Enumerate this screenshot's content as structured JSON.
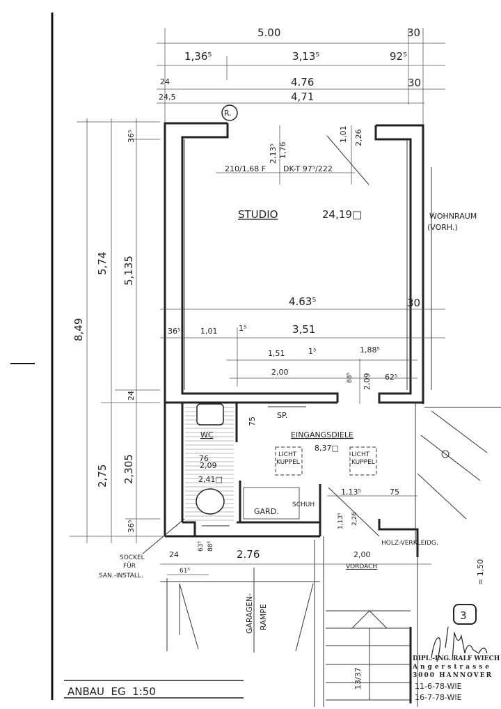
{
  "title": "ANBAU  EG  1:50",
  "sheet_number": "3",
  "rooms": {
    "studio": {
      "name": "STUDIO",
      "area": "24,19□"
    },
    "entry": {
      "name": "EINGANGSDIELE",
      "area": "8,37□"
    },
    "wc": {
      "name": "WC",
      "area": "2,41□"
    },
    "wardrobe": "GARD.",
    "shoes": "SCHUH",
    "storage": "SP.",
    "existing_living": "WOHNRAUM",
    "existing_note": "(VORH.)",
    "skylight": [
      "LICHT",
      "KUPPEL"
    ],
    "ramp": [
      "GARAGEN-",
      "RAMPE"
    ],
    "canopy": "VORDACH",
    "cladding": "HOLZ-VERKLEIDG.",
    "socket": [
      "SOCKEL",
      "FÜR",
      "SAN.-INSTALL."
    ],
    "stairs": "13/37",
    "ref_mark": "R."
  },
  "dimensions": {
    "top": [
      "5.00",
      "30",
      "1,36⁵",
      "3,13⁵",
      "92⁵",
      "24",
      "4.76",
      "30",
      "24,5",
      "4,71"
    ],
    "left": [
      "8,49",
      "5,74",
      "5,135",
      "36⁵",
      "24",
      "2,75",
      "2,305",
      "36⁵"
    ],
    "studio": [
      "2,13⁵",
      "1,76",
      "1,01",
      "2,26",
      "210/1,68 F",
      "DK-T 97⁵/222",
      "4.63⁵",
      "30",
      "36⁵",
      "1,01",
      "1⁵",
      "3,51",
      "1,51",
      "1⁵",
      "1,88⁵",
      "2,00",
      "88⁵",
      "2,09",
      "62⁵"
    ],
    "lower": [
      "75",
      "76",
      "2,09",
      "1,13⁵",
      "75",
      "1,13⁵",
      "2,26",
      "24",
      "63⁵",
      "88⁵",
      "2.76",
      "61⁵",
      "2,00",
      "≈ 1,50"
    ]
  },
  "stamp": {
    "line1": "DIPL.-ING. RALF WIECH",
    "line2": "Angerstrasse",
    "line3": "3000 HANNOVER",
    "date1": "11-6-78-WIE",
    "date2": "16-7-78-WIE"
  }
}
